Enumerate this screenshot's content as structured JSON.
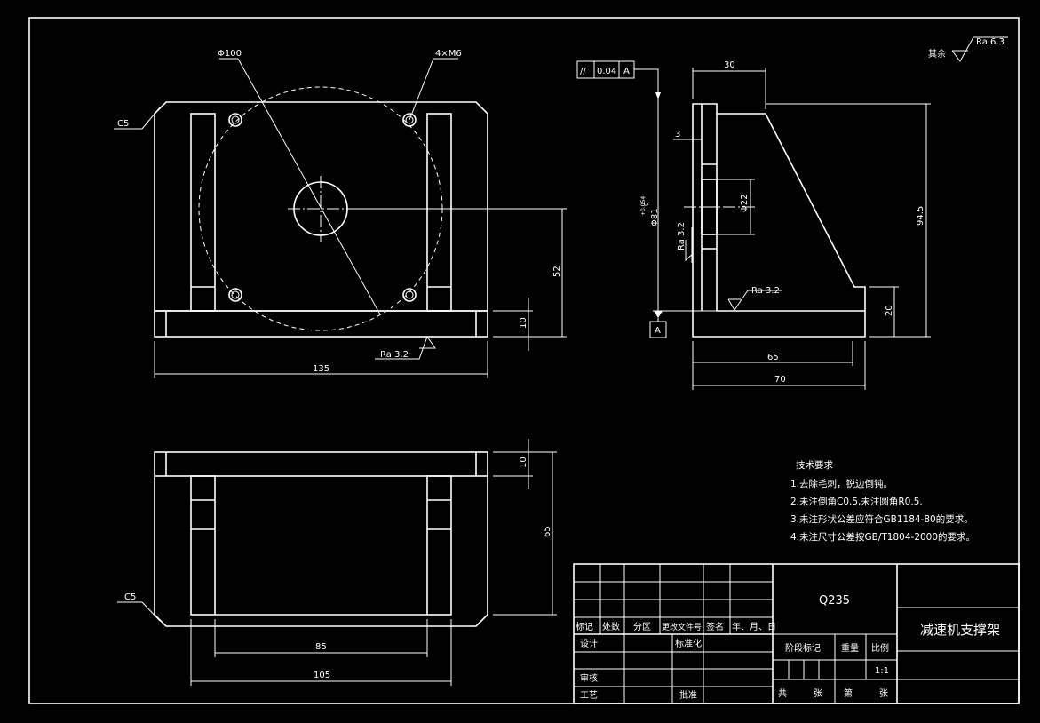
{
  "drawing": {
    "front_view": {
      "chamfer_label": "C5",
      "circle_label": "Φ100",
      "holes_label": "4×M6",
      "width_dim": "135",
      "base_dim": "10",
      "height_dim": "52",
      "roughness": "Ra 3.2"
    },
    "side_view": {
      "tolerance_symbol": "//",
      "tolerance_value": "0.04",
      "tolerance_datum": "A",
      "top_dim": "30",
      "wall_dim": "3",
      "hole_dim": "Φ22",
      "bore_dim": "Φ81",
      "bore_tol_upper": "+0.054",
      "bore_tol_lower": "0",
      "roughness_wall": "Ra 3.2",
      "roughness_base": "Ra 3.2",
      "height_dim": "94.5",
      "base_height_dim": "20",
      "base_inner_dim": "65",
      "base_total_dim": "70",
      "datum_label": "A"
    },
    "top_view": {
      "chamfer_label": "C5",
      "thickness_dim": "10",
      "depth_dim": "65",
      "inner_dim": "85",
      "outer_dim": "105"
    },
    "general_roughness": {
      "prefix": "其余",
      "value": "Ra 6.3"
    },
    "technical_requirements": {
      "title": "技术要求",
      "items": [
        "1.去除毛刺，锐边倒钝。",
        "2.未注倒角C0.5,未注圆角R0.5.",
        "3.未注形状公差应符合GB1184-80的要求。",
        "4.未注尺寸公差按GB/T1804-2000的要求。"
      ]
    },
    "title_block": {
      "material": "Q235",
      "part_name": "减速机支撑架",
      "revision_headers": [
        "标记",
        "处数",
        "分区",
        "更改文件号",
        "签名",
        "年、月、日"
      ],
      "design": "设计",
      "standardization": "标准化",
      "review": "审核",
      "process": "工艺",
      "approve": "批准",
      "stage_mark": "阶段标记",
      "weight": "重量",
      "scale": "比例",
      "scale_value": "1:1",
      "total": "共",
      "sheets": "张",
      "number": "第",
      "sheets2": "张"
    }
  }
}
